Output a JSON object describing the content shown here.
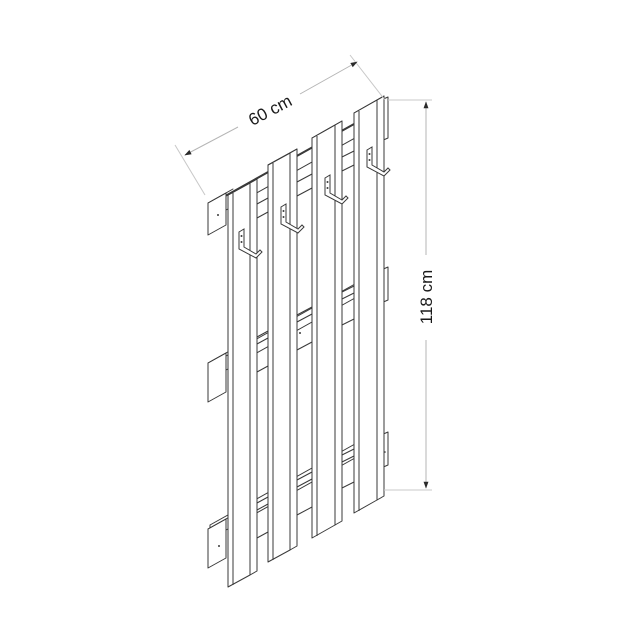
{
  "figure": {
    "type": "technical-line-drawing",
    "subject": "wall-mounted coat rack with 4 vertical slats, 3 horizontal back battens and 4 hooks",
    "slat_count": 4,
    "hook_count": 4,
    "batten_count": 3
  },
  "dimensions": {
    "width": {
      "label": "60 cm",
      "value": 60,
      "unit": "cm"
    },
    "height": {
      "label": "118 cm",
      "value": 118,
      "unit": "cm"
    }
  },
  "colors": {
    "line": "#3a3a3a",
    "dimension_line": "#b5b5b5",
    "background": "#ffffff",
    "text": "#1a1a1a"
  }
}
